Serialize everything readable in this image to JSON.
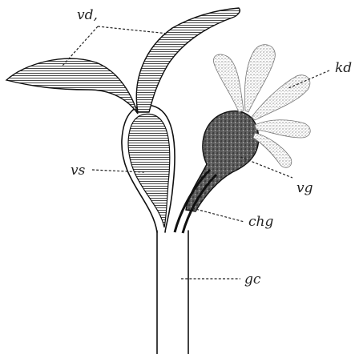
{
  "labels": {
    "vd": "vd,",
    "kd": "kd",
    "vs": "vs",
    "vg": "vg",
    "chg": "chg",
    "gc": "gc"
  },
  "colors": {
    "ink": "#111111",
    "paper": "#ffffff"
  }
}
